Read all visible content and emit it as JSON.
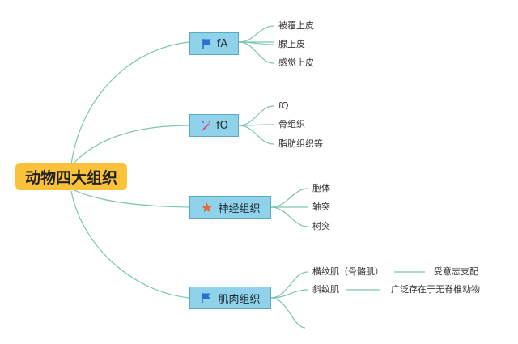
{
  "root": {
    "label": "动物四大组织"
  },
  "branches": [
    {
      "label": "fA",
      "icon": "blue-flag-icon",
      "children": [
        "被覆上皮",
        "腺上皮",
        "感觉上皮"
      ]
    },
    {
      "label": "fO",
      "icon": "magic-wand-icon",
      "children": [
        "fQ",
        "骨组织",
        "脂肪组织等"
      ]
    },
    {
      "label": "神经组织",
      "icon": "orange-star-icon",
      "children": [
        "胞体",
        "轴突",
        "树突"
      ]
    },
    {
      "label": "肌肉组织",
      "icon": "blue-flag-icon",
      "children": [
        "横纹肌（骨骼肌）",
        "斜纹肌",
        ""
      ]
    }
  ],
  "notes": {
    "striated": "受意志支配",
    "oblique": "广泛存在于无脊椎动物"
  },
  "colors": {
    "root_fill": "#fcc33a",
    "node_fill": "#8fd2ea",
    "node_border": "#5aa9c6",
    "edge": "#7dc5b0",
    "flag": "#2b6fd0",
    "star": "#e8663a",
    "wand": "#e0407c"
  }
}
